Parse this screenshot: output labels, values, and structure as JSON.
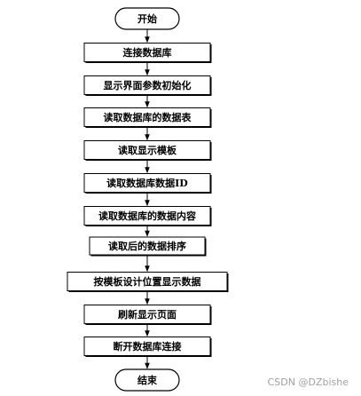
{
  "flowchart": {
    "nodes": [
      {
        "id": "start",
        "shape": "terminal",
        "label": "开始"
      },
      {
        "id": "connect-db",
        "shape": "process",
        "label": "连接数据库"
      },
      {
        "id": "init-params",
        "shape": "process",
        "label": "显示界面参数初始化"
      },
      {
        "id": "read-tables",
        "shape": "process",
        "label": "读取数据库的数据表"
      },
      {
        "id": "read-template",
        "shape": "process",
        "label": "读取显示模板"
      },
      {
        "id": "read-ids",
        "shape": "process",
        "label": "读取数据库数据ID"
      },
      {
        "id": "read-content",
        "shape": "process",
        "label": "读取数据库的数据内容"
      },
      {
        "id": "sort-data",
        "shape": "process",
        "label": "读取后的数据排序"
      },
      {
        "id": "display-data",
        "shape": "process",
        "label": "按模板设计位置显示数据"
      },
      {
        "id": "refresh-page",
        "shape": "process",
        "label": "刷新显示页面"
      },
      {
        "id": "disconnect-db",
        "shape": "process",
        "label": "断开数据库连接"
      },
      {
        "id": "end",
        "shape": "terminal",
        "label": "结束"
      }
    ],
    "edges": [
      {
        "from": "start",
        "to": "connect-db"
      },
      {
        "from": "connect-db",
        "to": "init-params"
      },
      {
        "from": "init-params",
        "to": "read-tables"
      },
      {
        "from": "read-tables",
        "to": "read-template"
      },
      {
        "from": "read-template",
        "to": "read-ids"
      },
      {
        "from": "read-ids",
        "to": "read-content"
      },
      {
        "from": "read-content",
        "to": "sort-data"
      },
      {
        "from": "sort-data",
        "to": "display-data"
      },
      {
        "from": "display-data",
        "to": "refresh-page"
      },
      {
        "from": "refresh-page",
        "to": "disconnect-db"
      },
      {
        "from": "disconnect-db",
        "to": "end"
      }
    ]
  },
  "watermark": "CSDN @DZbishe"
}
